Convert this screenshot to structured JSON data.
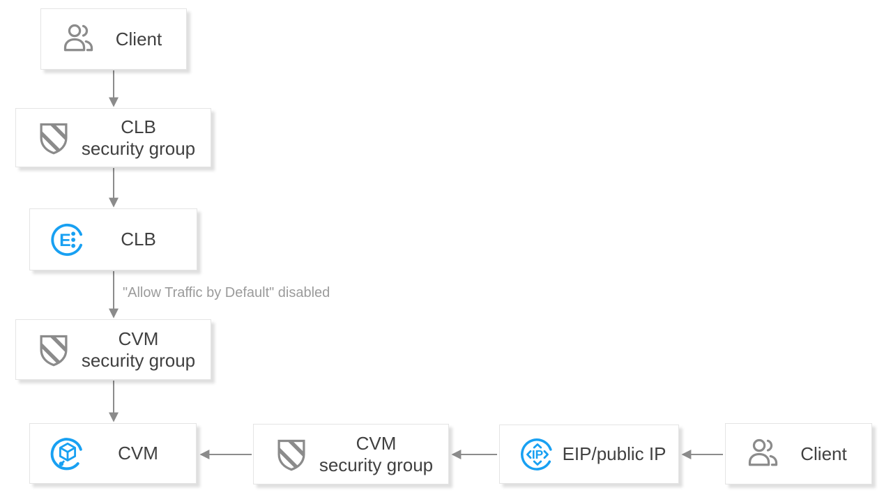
{
  "annotation": "\"Allow Traffic by Default\" disabled",
  "colors": {
    "accent_blue": "#18a0f2",
    "icon_gray": "#8b8b8b",
    "arrow_gray": "#8b8b8b",
    "label_text": "#404040",
    "annotation_gray": "#9b9b9b",
    "box_border": "#e4e4e4"
  },
  "nodes": {
    "client_top": {
      "label": "Client",
      "icon": "users-icon"
    },
    "clb_sg": {
      "label": "CLB\nsecurity group",
      "icon": "shield-icon"
    },
    "clb": {
      "label": "CLB",
      "icon": "clb-icon"
    },
    "cvm_sg_left": {
      "label": "CVM\nsecurity group",
      "icon": "shield-icon"
    },
    "cvm": {
      "label": "CVM",
      "icon": "cvm-icon"
    },
    "cvm_sg_bottom": {
      "label": "CVM\nsecurity group",
      "icon": "shield-icon"
    },
    "eip": {
      "label": "EIP/public IP",
      "icon": "eip-icon"
    },
    "client_bottom": {
      "label": "Client",
      "icon": "users-icon"
    }
  },
  "edges": [
    {
      "from": "client_top",
      "to": "clb_sg"
    },
    {
      "from": "clb_sg",
      "to": "clb"
    },
    {
      "from": "clb",
      "to": "cvm_sg_left",
      "label": "\"Allow Traffic by Default\" disabled"
    },
    {
      "from": "cvm_sg_left",
      "to": "cvm"
    },
    {
      "from": "cvm_sg_bottom",
      "to": "cvm"
    },
    {
      "from": "eip",
      "to": "cvm_sg_bottom"
    },
    {
      "from": "client_bottom",
      "to": "eip"
    }
  ]
}
